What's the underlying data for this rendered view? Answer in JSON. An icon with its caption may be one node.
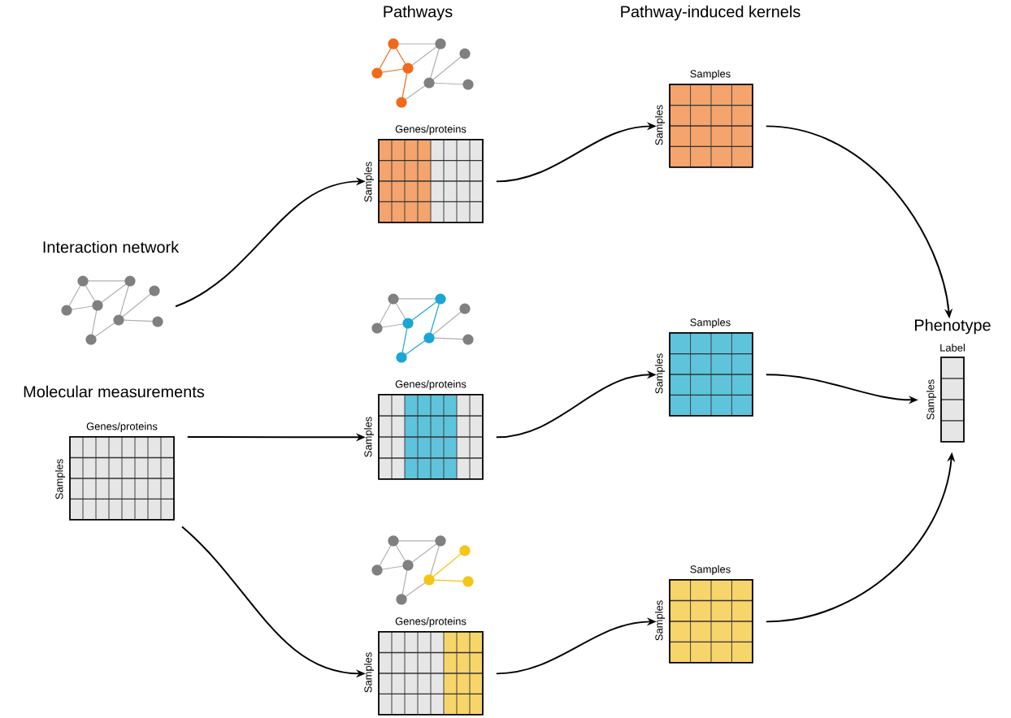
{
  "diagram": {
    "nodes": [
      {
        "text": [
          "Interaction network"
        ]
      },
      {
        "text": [
          "Molecular measurements",
          "Genes/proteins",
          "Samples"
        ]
      },
      {
        "text": [
          "Genes/proteins",
          "Samples"
        ]
      },
      {
        "text": [
          "Genes/proteins",
          "Samples"
        ]
      },
      {
        "text": [
          "Genes/proteins",
          "Samples"
        ]
      },
      {
        "text": [
          "Samples",
          "Samples"
        ]
      },
      {
        "text": [
          "Samples",
          "Samples"
        ]
      },
      {
        "text": [
          "Samples",
          "Samples"
        ]
      },
      {
        "text": [
          "Phenotype",
          "Label",
          "Samples"
        ]
      }
    ],
    "edges": [
      {
        "from": 0,
        "to": 2,
        "arrow": "to"
      },
      {
        "from": 1,
        "to": 3,
        "arrow": "to"
      },
      {
        "from": 1,
        "to": 4,
        "arrow": "to"
      },
      {
        "from": 2,
        "to": 5,
        "arrow": "to"
      },
      {
        "from": 3,
        "to": 6,
        "arrow": "to"
      },
      {
        "from": 4,
        "to": 7,
        "arrow": "to"
      },
      {
        "from": 5,
        "to": 8,
        "arrow": "to"
      },
      {
        "from": 6,
        "to": 8,
        "arrow": "to"
      },
      {
        "from": 7,
        "to": 8,
        "arrow": "to"
      }
    ],
    "labels": [
      "Pathways",
      "Pathway-induced kernels"
    ]
  }
}
